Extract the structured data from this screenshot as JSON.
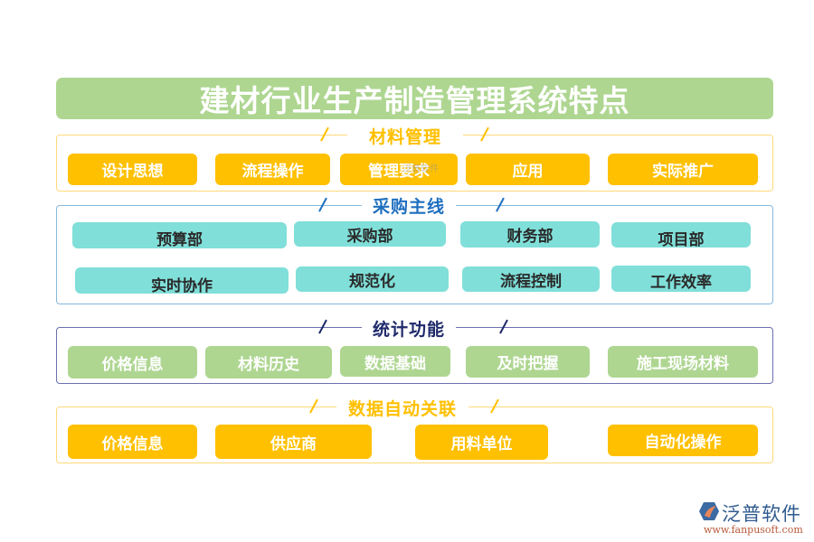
{
  "title": "建材行业生产制造管理系统特点",
  "colors": {
    "title_bg": "#aed691",
    "yellow": "#ffc000",
    "teal": "#80dfd9",
    "green": "#aed691",
    "heading_yellow": "#ffc000",
    "heading_blue": "#1f6fbf",
    "heading_navy": "#1f2a6b"
  },
  "sections": [
    {
      "heading": "材料管理",
      "items": [
        "设计思想",
        "流程操作",
        "管理要求",
        "应用",
        "实际推广"
      ]
    },
    {
      "heading": "采购主线",
      "rows": [
        [
          "预算部",
          "采购部",
          "财务部",
          "项目部"
        ],
        [
          "实时协作",
          "规范化",
          "流程控制",
          "工作效率"
        ]
      ]
    },
    {
      "heading": "统计功能",
      "items": [
        "价格信息",
        "材料历史",
        "数据基础",
        "及时把握",
        "施工现场材料"
      ]
    },
    {
      "heading": "数据自动关联",
      "items": [
        "价格信息",
        "供应商",
        "用料单位",
        "自动化操作"
      ]
    }
  ],
  "watermark": "泛普软件",
  "logo": {
    "name": "泛普软件",
    "url": "www.fanpusoft.com"
  }
}
